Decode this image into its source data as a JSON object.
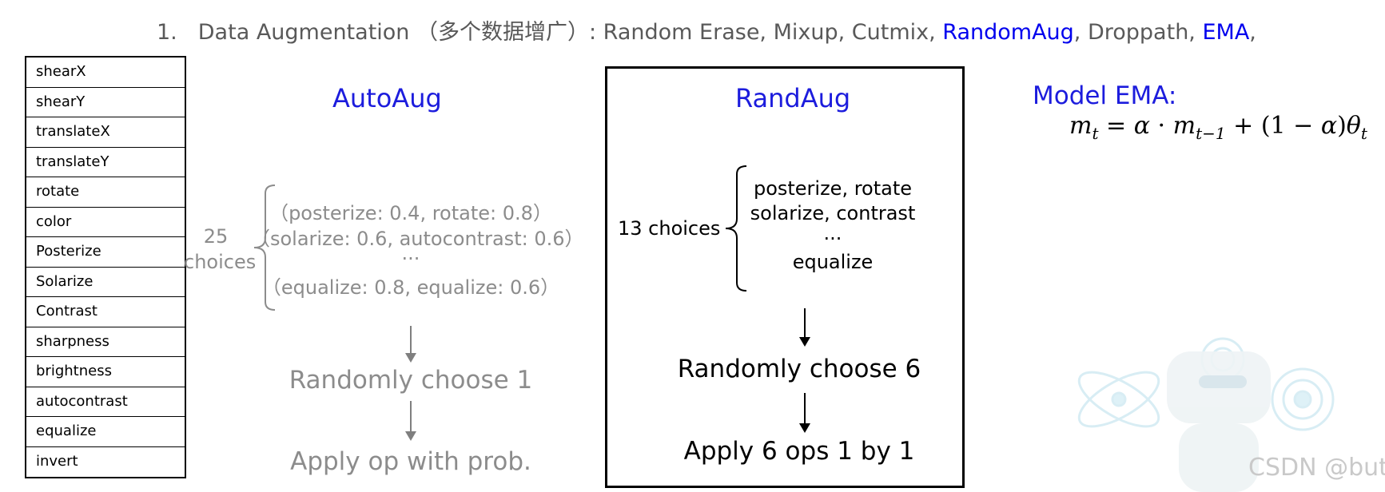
{
  "heading": {
    "number": "1.",
    "prefix": "Data Augmentation （多个数据增广）: Random Erase, Mixup, Cutmix, ",
    "randomaug": "RandomAug",
    "sep": ", Droppath, ",
    "ema": "EMA",
    "suffix": ","
  },
  "ops_table": [
    "shearX",
    "shearY",
    "translateX",
    "translateY",
    "rotate",
    "color",
    "Posterize",
    "Solarize",
    "Contrast",
    "sharpness",
    "brightness",
    "autocontrast",
    "equalize",
    "invert"
  ],
  "autoaug": {
    "title": "AutoAug",
    "count_top": "25",
    "count_bottom": "choices",
    "choices": [
      "（posterize: 0.4, rotate: 0.8）",
      "（solarize: 0.6, autocontrast: 0.6）",
      "...",
      "（equalize: 0.8, equalize: 0.6）"
    ],
    "step1": "Randomly choose 1",
    "step2": "Apply op with prob."
  },
  "randaug": {
    "title": "RandAug",
    "count": "13 choices",
    "choices": [
      "posterize, rotate",
      "solarize, contrast",
      "...",
      "equalize"
    ],
    "step1": "Randomly choose 6",
    "step2": "Apply 6 ops 1 by 1"
  },
  "model_ema": {
    "title": "Model EMA:"
  },
  "watermark": "CSDN @but",
  "colors": {
    "accent_blue": "#1c1cdd",
    "link_blue": "#0000ee",
    "muted_gray": "#8c8c8c",
    "heading_gray": "#595959"
  }
}
